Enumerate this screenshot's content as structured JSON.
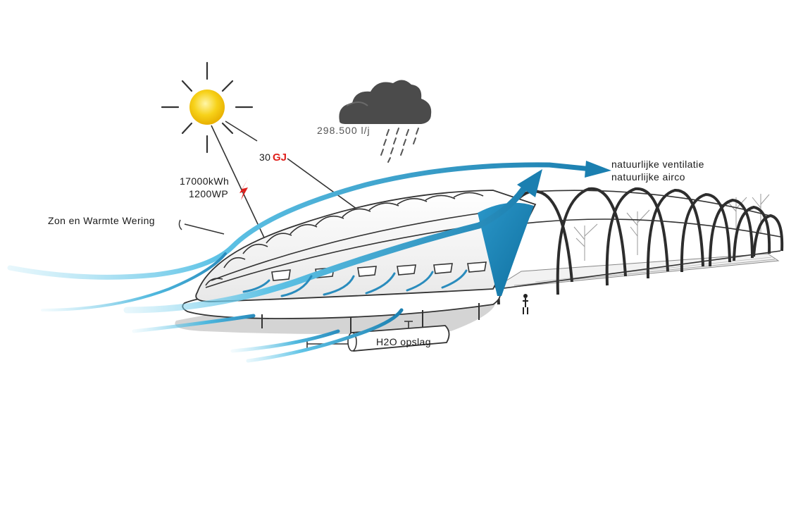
{
  "labels": {
    "rain_volume": "298.500 l/j",
    "heat_value": "30",
    "heat_unit": "GJ",
    "energy_kwh": "17000kWh",
    "energy_wp": "1200WP",
    "shading": "Zon en Warmte Wering",
    "ventilation": "natuurlijke ventilatie",
    "airco": "natuurlijke airco",
    "storage": "H2O opslag"
  },
  "colors": {
    "sun": "#f6c800",
    "sun_glow": "#fff2a0",
    "cloud": "#4a4a4a",
    "wind_light": "#6fcbe8",
    "wind_dark": "#1b7fb0",
    "accent_red": "#e0201c",
    "structure": "#2d2d2d"
  },
  "icons": [
    "sun-icon",
    "rain-cloud-icon",
    "lightning-icon",
    "person-figure-icon"
  ]
}
